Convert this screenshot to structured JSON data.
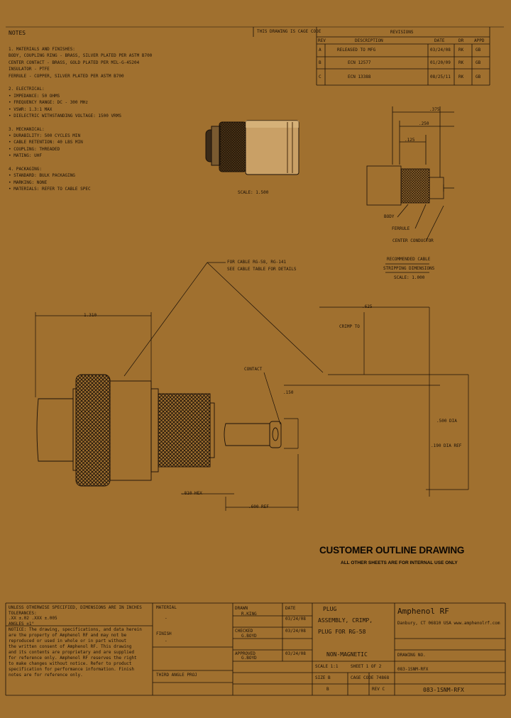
{
  "notes": {
    "heading": "NOTES",
    "lines": [
      "1.  MATERIALS AND FINISHES:",
      "    BODY, COUPLING RING - BRASS, SILVER PLATED PER ASTM B700",
      "    CENTER CONTACT - BRASS, GOLD PLATED PER MIL-G-45204",
      "    INSULATOR - PTFE",
      "    FERRULE - COPPER, SILVER PLATED PER ASTM B700",
      "",
      "2.  ELECTRICAL:",
      "    • IMPEDANCE: 50 OHMS",
      "    • FREQUENCY RANGE: DC - 300 MHz",
      "    • VSWR: 1.3:1 MAX",
      "    • DIELECTRIC WITHSTANDING VOLTAGE: 1500 VRMS",
      "",
      "3.  MECHANICAL:",
      "    • DURABILITY: 500 CYCLES MIN",
      "    • CABLE RETENTION: 40 LBS MIN",
      "    • COUPLING: THREADED",
      "    • MATING: UHF",
      "",
      "4.  PACKAGING:",
      "    • STANDARD: BULK PACKAGING",
      "    • MARKING: NONE",
      "    • MATERIALS: REFER TO CABLE SPEC"
    ]
  },
  "rev_block": {
    "cage_label": "THIS DRAWING IS CAGE CODE",
    "revisions_title": "REVISIONS",
    "headers": [
      "REV",
      "DESCRIPTION",
      "DATE",
      "DR",
      "APPD"
    ],
    "rows": [
      [
        "A",
        "RELEASED TO MFG",
        "03/24/08",
        "RK",
        "GB"
      ],
      [
        "B",
        "ECN 12577",
        "01/20/09",
        "RK",
        "GB"
      ],
      [
        "C",
        "ECN 13388",
        "08/25/11",
        "RK",
        "GB"
      ]
    ]
  },
  "views": {
    "photo_scale": "SCALE: 1.500",
    "detail_labels": [
      "BODY",
      "FERRULE",
      "CENTER CONDUCTOR"
    ],
    "detail_caption_lines": [
      "RECOMMENDED CABLE",
      "STRIPPING DIMENSIONS",
      "SCALE: 1.000"
    ],
    "dim_top_1": ".375",
    "dim_top_2": ".250",
    "dim_top_3": ".125",
    "callout_main": "FOR CABLE RG-58, RG-141",
    "callout_main_2": "SEE CABLE TABLE FOR DETAILS",
    "dim_length": "1.310",
    "dim_hex": ".810 HEX",
    "dim_ferrule": ".600 REF",
    "dim_contact": ".150",
    "contact_label": "CONTACT",
    "dim_right_top": ".625",
    "dim_right_label": "CRIMP TO",
    "dim_right_mid": ".500 DIA",
    "dim_right_low": ".190 DIA REF"
  },
  "banner": {
    "title": "CUSTOMER OUTLINE DRAWING",
    "subtitle": "ALL OTHER SHEETS ARE FOR INTERNAL USE ONLY"
  },
  "title_block": {
    "tolerances": [
      "UNLESS OTHERWISE SPECIFIED, DIMENSIONS ARE IN INCHES",
      "  TOLERANCES:",
      "    .XX  ±.02       .XXX  ±.005",
      "    ANGLES  ±1°"
    ],
    "legal": [
      "NOTICE: The drawing, specifications, and data herein",
      "are the property of Amphenol RF and may not be",
      "reproduced or used in whole or in part without",
      "the written consent of Amphenol RF. This drawing",
      "and its contents are proprietary and are supplied",
      "for reference only. Amphenol RF reserves the right",
      "to make changes without notice. Refer to product",
      "specification for performance information. Finish",
      "notes are for reference only."
    ],
    "material_label": "MATERIAL",
    "material_value": "-",
    "finish_label": "FINISH",
    "finish_value": "-",
    "third_angle": "THIRD ANGLE PROJ",
    "dwn_label": "DRAWN",
    "dwn_value": "R.KING",
    "chk_label": "CHECKED",
    "chk_value": "G.BOYD",
    "appd_label": "APPROVED",
    "appd_value": "G.BOYD",
    "date_label": "DATE",
    "dates": [
      "03/24/08",
      "03/24/08",
      "03/24/08"
    ],
    "desc_lines": [
      "PLUG",
      "ASSEMBLY, CRIMP,",
      "PLUG FOR RG-58",
      "NON-MAGNETIC"
    ],
    "company": "Amphenol RF",
    "company_address": "Danbury, CT 06810 USA  www.amphenolrf.com",
    "drawing_no_label": "DRAWING NO.",
    "drawing_no": "083-1SNM-RFX",
    "scale_label": "SCALE 1:1",
    "sheet_label": "SHEET 1 OF 2",
    "size_label": "SIZE B",
    "rev_label": "REV C",
    "code_label": "CAGE CODE 74868",
    "part_no": "083-1SNM-RFX",
    "size_value": "B"
  }
}
